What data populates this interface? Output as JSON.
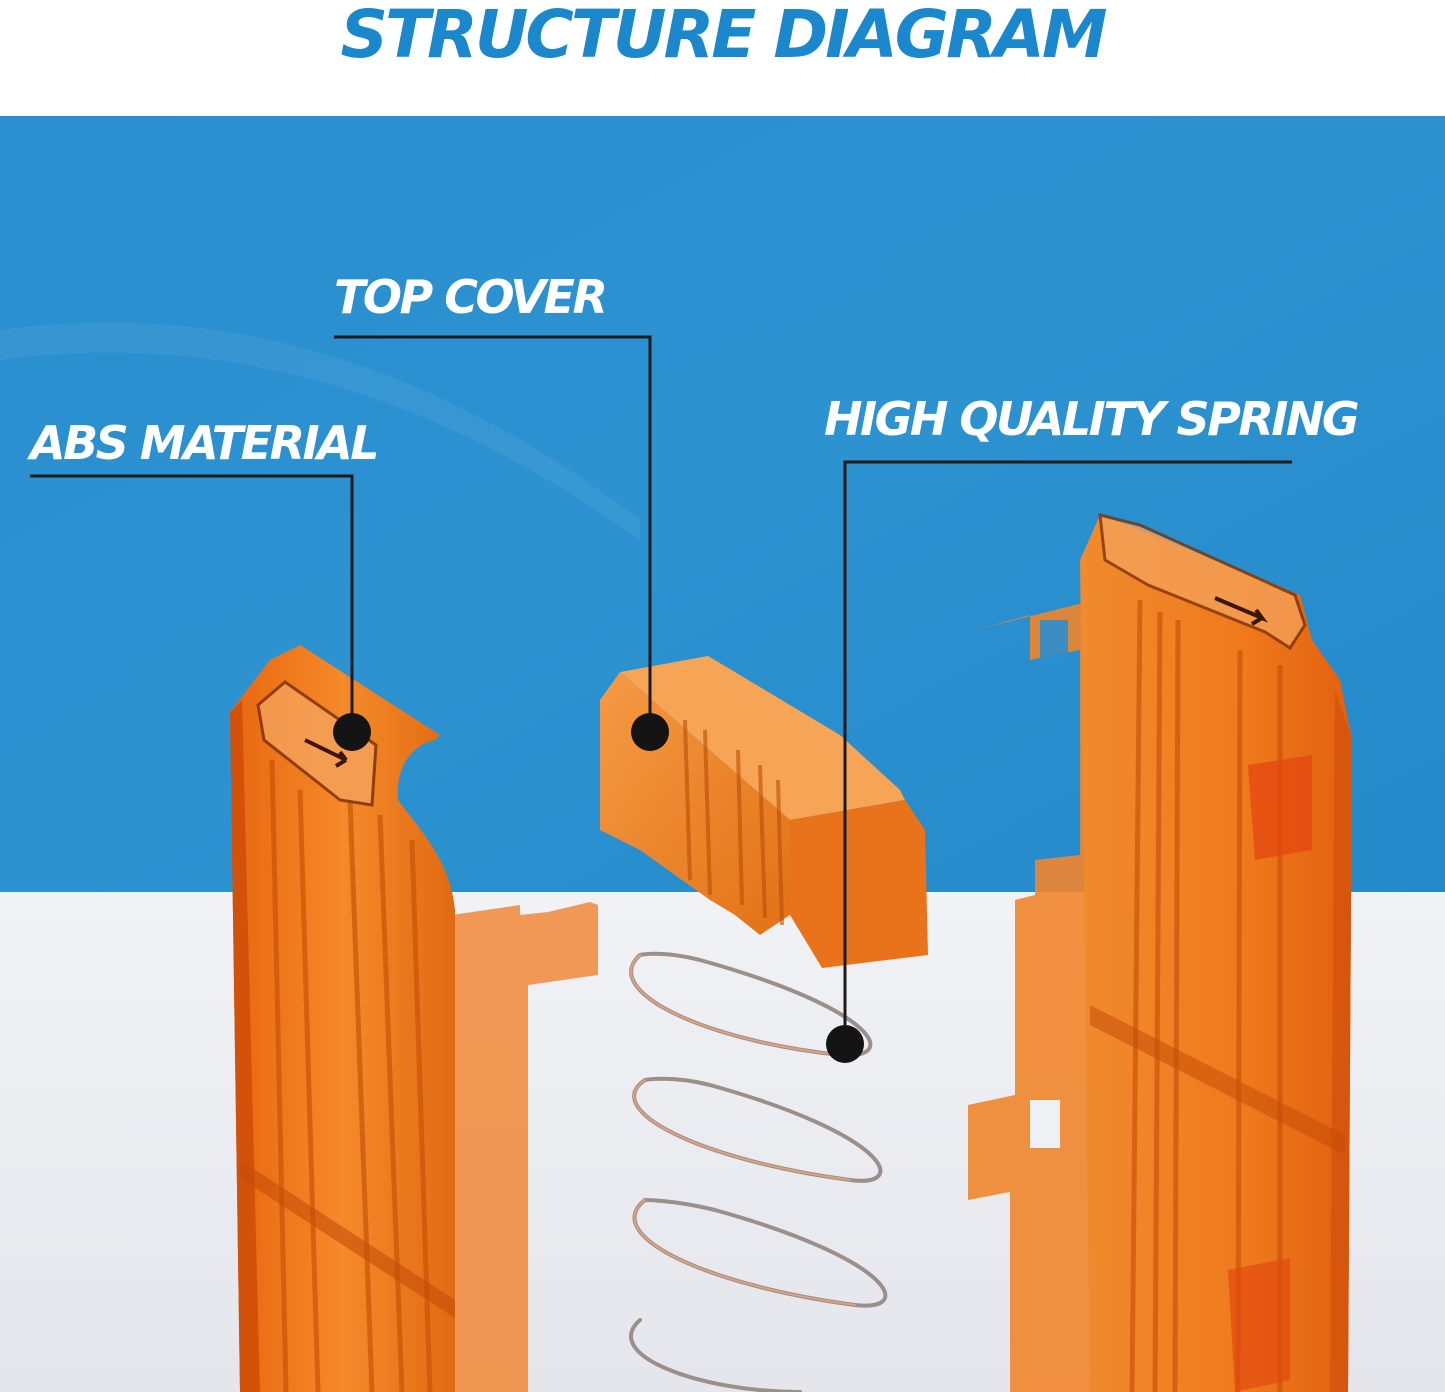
{
  "title": "STRUCTURE DIAGRAM",
  "labels": {
    "abs_material": "ABS MATERIAL",
    "top_cover": "TOP COVER",
    "spring": "HIGH QUALITY SPRING"
  },
  "colors": {
    "title": "#1b87cc",
    "background_blue": "#2a8fcf",
    "background_floor": "#e9ebf0",
    "plastic_orange": "#f07a1a",
    "plastic_dark": "#d95a0f",
    "label_text": "#ffffff",
    "leader_line": "#1c1c1c"
  }
}
